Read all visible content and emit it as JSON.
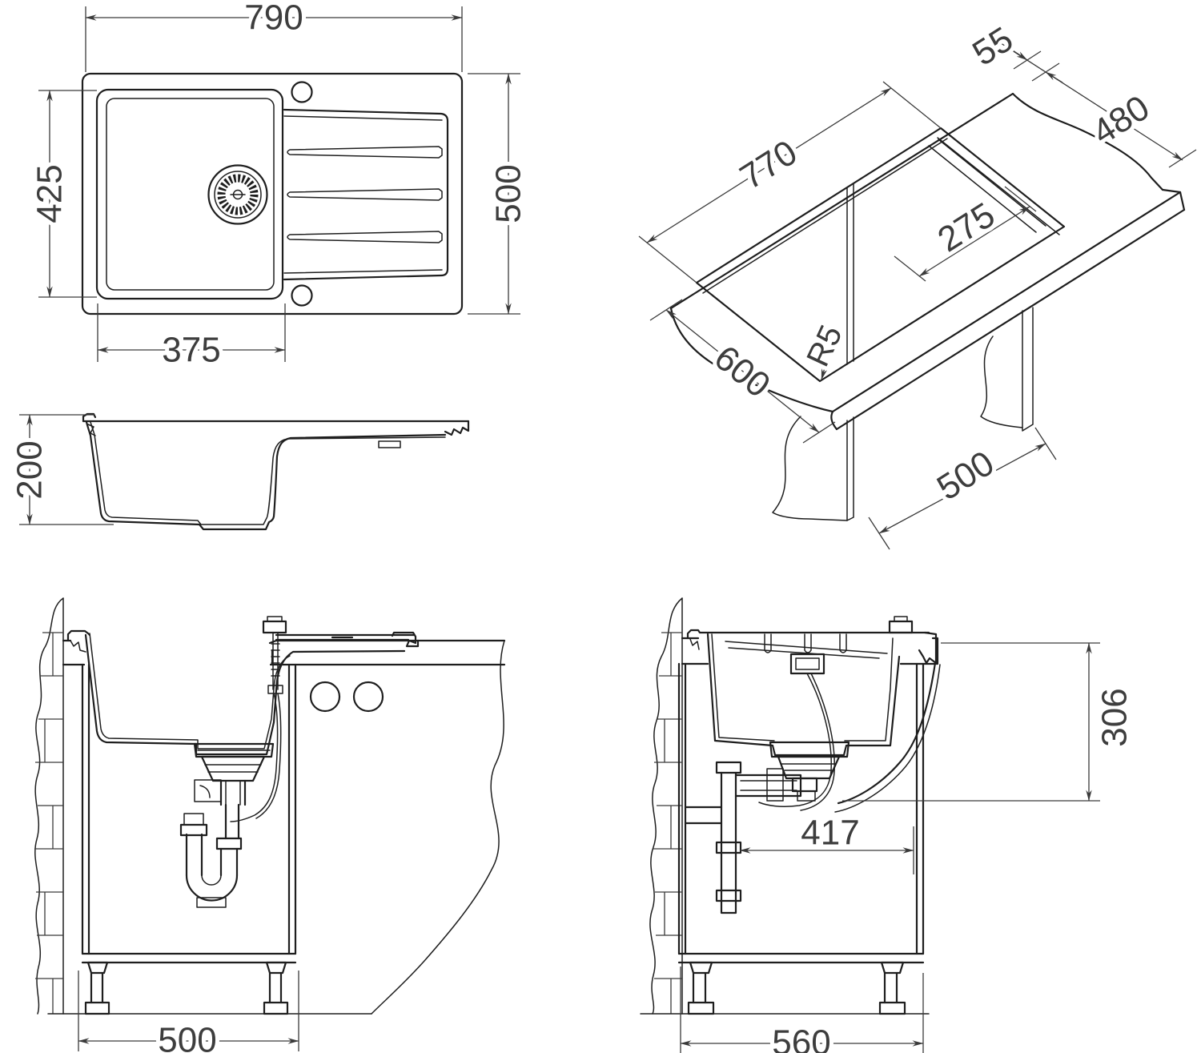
{
  "drawing": {
    "colors": {
      "line": "#1e1e1e",
      "dim_text": "#3d3d3d",
      "background": "#ffffff"
    },
    "views": {
      "plan": {
        "dims": {
          "overall_width": "790",
          "overall_depth": "500",
          "bowl_depth": "425",
          "bowl_width": "375"
        }
      },
      "profile": {
        "dims": {
          "bowl_height": "200"
        }
      },
      "isometric": {
        "dims": {
          "edge_distance": "55",
          "cutout_depth": "480",
          "cutout_length": "770",
          "panel_distance": "275",
          "corner_radius": "R5",
          "worktop_depth": "600",
          "cabinet_width": "500"
        }
      },
      "front_section": {
        "dims": {
          "cabinet_width": "500"
        }
      },
      "side_section": {
        "dims": {
          "installation_height": "306",
          "drain_offset": "417",
          "cabinet_depth": "560"
        }
      }
    }
  }
}
